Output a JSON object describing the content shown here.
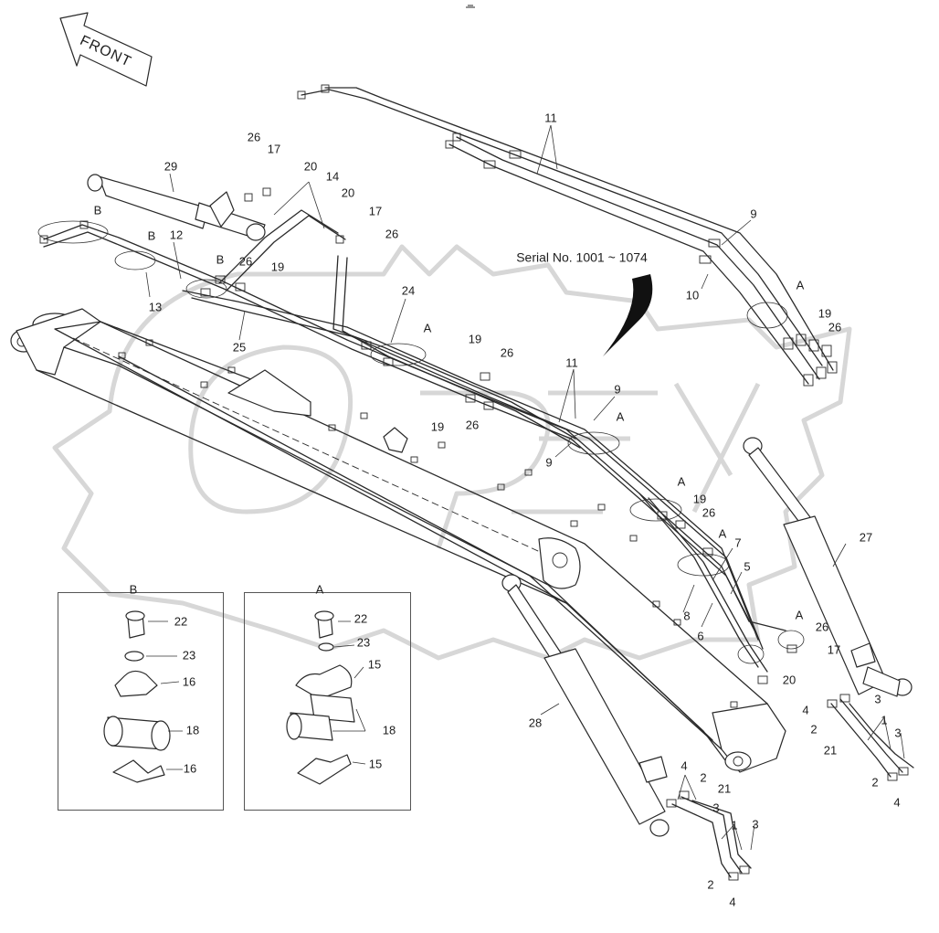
{
  "direction_label": "FRONT",
  "serial_note": "Serial No. 1001 ~ 1074",
  "detail_a": {
    "title": "A",
    "parts": [
      "22",
      "23",
      "15",
      "18",
      "15"
    ]
  },
  "detail_b": {
    "title": "B",
    "parts": [
      "22",
      "23",
      "16",
      "18",
      "16"
    ]
  },
  "callouts": [
    {
      "key": "c1",
      "text": "11"
    },
    {
      "key": "c2",
      "text": "9"
    },
    {
      "key": "c3",
      "text": "10"
    },
    {
      "key": "c4",
      "text": "A"
    },
    {
      "key": "c5",
      "text": "19"
    },
    {
      "key": "c6",
      "text": "26"
    },
    {
      "key": "c7",
      "text": "29"
    },
    {
      "key": "c8",
      "text": "26"
    },
    {
      "key": "c9",
      "text": "17"
    },
    {
      "key": "c10",
      "text": "20"
    },
    {
      "key": "c11",
      "text": "14"
    },
    {
      "key": "c12",
      "text": "20"
    },
    {
      "key": "c13",
      "text": "17"
    },
    {
      "key": "c14",
      "text": "26"
    },
    {
      "key": "c15",
      "text": "B"
    },
    {
      "key": "c16",
      "text": "B"
    },
    {
      "key": "c17",
      "text": "12"
    },
    {
      "key": "c18",
      "text": "B"
    },
    {
      "key": "c19",
      "text": "26"
    },
    {
      "key": "c20",
      "text": "19"
    },
    {
      "key": "c21",
      "text": "13"
    },
    {
      "key": "c22",
      "text": "24"
    },
    {
      "key": "c23",
      "text": "25"
    },
    {
      "key": "c24",
      "text": "A"
    },
    {
      "key": "c25",
      "text": "19"
    },
    {
      "key": "c26",
      "text": "26"
    },
    {
      "key": "c27",
      "text": "11"
    },
    {
      "key": "c28",
      "text": "9"
    },
    {
      "key": "c29",
      "text": "19"
    },
    {
      "key": "c30",
      "text": "26"
    },
    {
      "key": "c31",
      "text": "A"
    },
    {
      "key": "c32",
      "text": "9"
    },
    {
      "key": "c33",
      "text": "A"
    },
    {
      "key": "c34",
      "text": "19"
    },
    {
      "key": "c35",
      "text": "26"
    },
    {
      "key": "c36",
      "text": "A"
    },
    {
      "key": "c37",
      "text": "7"
    },
    {
      "key": "c38",
      "text": "5"
    },
    {
      "key": "c39",
      "text": "8"
    },
    {
      "key": "c40",
      "text": "6"
    },
    {
      "key": "c41",
      "text": "A"
    },
    {
      "key": "c42",
      "text": "26"
    },
    {
      "key": "c43",
      "text": "17"
    },
    {
      "key": "c44",
      "text": "20"
    },
    {
      "key": "c45",
      "text": "27"
    },
    {
      "key": "c46",
      "text": "28"
    },
    {
      "key": "c47",
      "text": "4"
    },
    {
      "key": "c48",
      "text": "3"
    },
    {
      "key": "c49",
      "text": "2"
    },
    {
      "key": "c50",
      "text": "1"
    },
    {
      "key": "c51",
      "text": "3"
    },
    {
      "key": "c52",
      "text": "21"
    },
    {
      "key": "c53",
      "text": "2"
    },
    {
      "key": "c54",
      "text": "4"
    },
    {
      "key": "c55",
      "text": "4"
    },
    {
      "key": "c56",
      "text": "2"
    },
    {
      "key": "c57",
      "text": "21"
    },
    {
      "key": "c58",
      "text": "3"
    },
    {
      "key": "c59",
      "text": "1"
    },
    {
      "key": "c60",
      "text": "3"
    },
    {
      "key": "c61",
      "text": "2"
    },
    {
      "key": "c62",
      "text": "4"
    }
  ]
}
